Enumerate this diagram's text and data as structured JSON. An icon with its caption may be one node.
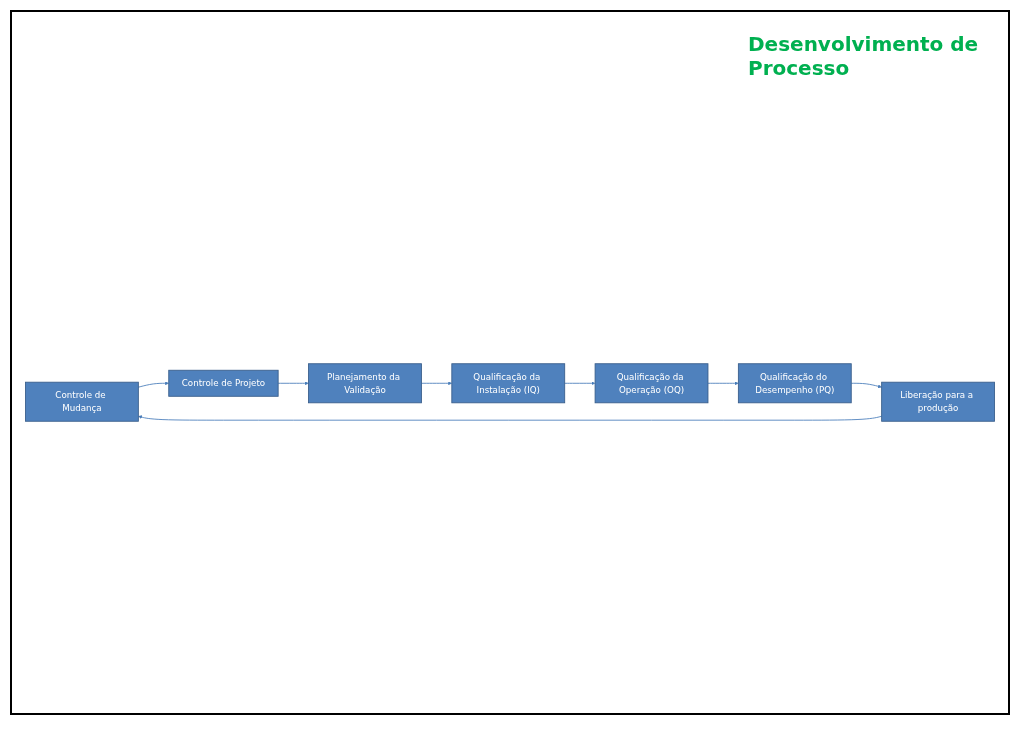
{
  "diagram": {
    "nodes": [
      {
        "text": [
          "Controle de Mudança"
        ]
      },
      {
        "text": [
          "Controle de Projeto"
        ]
      },
      {
        "text": [
          "Planejamento da Validação"
        ]
      },
      {
        "text": [
          "Liberação para a produção"
        ]
      },
      {
        "text": [
          "Qualificação da Instalação (IQ)"
        ]
      },
      {
        "text": [
          "Qualificação do Desempenho (PQ)"
        ]
      },
      {
        "text": [
          "Qualificação da Operação (OQ)"
        ]
      }
    ],
    "edges": [
      {
        "from": 0,
        "to": 1,
        "arrow": "to"
      },
      {
        "from": 1,
        "to": 2,
        "arrow": "to"
      },
      {
        "from": 2,
        "to": 4,
        "arrow": "to"
      },
      {
        "from": 4,
        "to": 6,
        "arrow": "to"
      },
      {
        "from": 6,
        "to": 5,
        "arrow": "to"
      },
      {
        "from": 5,
        "to": 3,
        "arrow": "to"
      },
      {
        "from": 3,
        "to": 0,
        "arrow": "to"
      }
    ],
    "labels": [
      "Desenvolvimento de Processo"
    ]
  }
}
